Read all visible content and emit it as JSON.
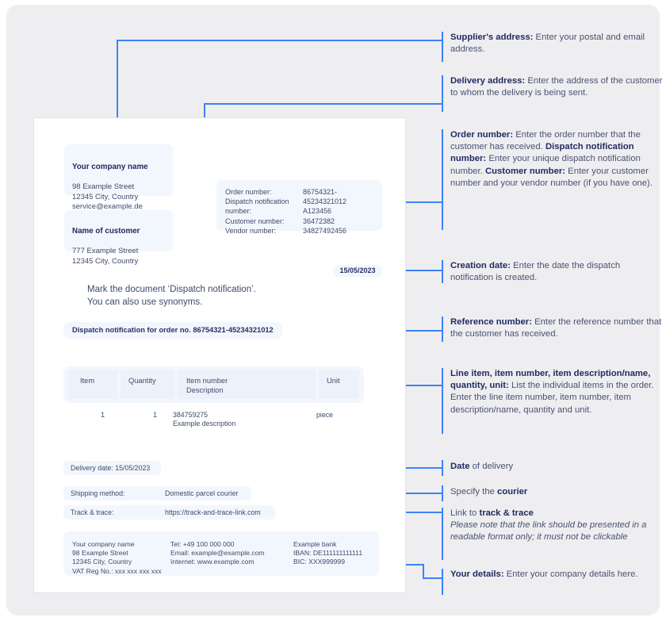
{
  "document": {
    "supplier_address": {
      "name": "Your company name",
      "lines": "98 Example Street\n12345 City, Country\nservice@example.de"
    },
    "delivery_address": {
      "name": "Name of customer",
      "lines": " 777 Example Street\n12345 City, Country"
    },
    "meta": {
      "rows": [
        {
          "label": "Order number:",
          "value": "86754321-45234321012"
        },
        {
          "label": "Dispatch notification\nnumber:",
          "value": "A123456"
        },
        {
          "label": "Customer number:",
          "value": "36472382"
        },
        {
          "label": "Vendor number:",
          "value": "34827492456"
        }
      ]
    },
    "creation_date": "15/05/2023",
    "mark_note": "Mark the document ‘Dispatch notification’.\nYou can also use synonyms.",
    "dispatch_title": "Dispatch notification for order no. 86754321-45234321012",
    "items_table": {
      "headers": [
        "Item",
        "Quantity",
        "Item number\nDescription",
        "Unit"
      ],
      "rows": [
        {
          "item": "1",
          "quantity": "1",
          "number_description": "384759275\nExample description",
          "unit": "piece"
        }
      ]
    },
    "delivery_date_row": "Delivery date: 15/05/2023",
    "shipping_method": {
      "label": "Shipping method:",
      "value": "Domestic parcel courier"
    },
    "track_trace": {
      "label": "Track & trace:",
      "value": "https://track-and-trace-link.com"
    },
    "footer": {
      "col1": "Your company name\n98 Example Street\n12345 City, Country\nVAT Reg No.: xxx xxx xxx xxx",
      "col2": "Tel: +49 100 000 000\nEmail: example@example.com\nInternet: www.example.com",
      "col3": "Example bank\nIBAN: DE111111111111\nBIC: XXX999999"
    }
  },
  "annotations": [
    {
      "id": "suppliers-address",
      "title": "Supplier's address:",
      "body": " Enter your postal and email address."
    },
    {
      "id": "delivery-address",
      "title": "Delivery address:",
      "body": " Enter the address of the customer to whom the delivery is being sent."
    },
    {
      "id": "order-number",
      "title": "Order number:",
      "body": " Enter the order number that the customer has received.",
      "title2": "Dispatch notification number:",
      "body2": " Enter your unique dispatch notification number.",
      "title3": "Customer number:",
      "body3": " Enter your customer number and your vendor number (if you have one)."
    },
    {
      "id": "creation-date",
      "title": "Creation date:",
      "body": " Enter the date the dispatch notification is created."
    },
    {
      "id": "reference-number",
      "title": "Reference number:",
      "body": " Enter the reference number that the customer has received."
    },
    {
      "id": "line-item",
      "title": "Line item, item number, item description/name, quantity, unit:",
      "body": " List the individual items in the order. Enter the line item number, item number, item description/name, quantity and unit."
    },
    {
      "id": "date-of-delivery",
      "title": "Date",
      "body": " of delivery"
    },
    {
      "id": "courier",
      "pre": "Specify the ",
      "title": "courier"
    },
    {
      "id": "track-trace",
      "pre": "Link to ",
      "title": "track & trace",
      "italic": "Please note that the link should be presented in a readable format only; it must not be clickable"
    },
    {
      "id": "your-details",
      "title": "Your details:",
      "body": " Enter your company details here."
    }
  ],
  "colors": {
    "connector": "#3b82f6",
    "chip_bg": "#f2f7fd",
    "canvas_bg": "#eeeef0",
    "text": "#3f4a6b",
    "heading": "#222a63"
  }
}
